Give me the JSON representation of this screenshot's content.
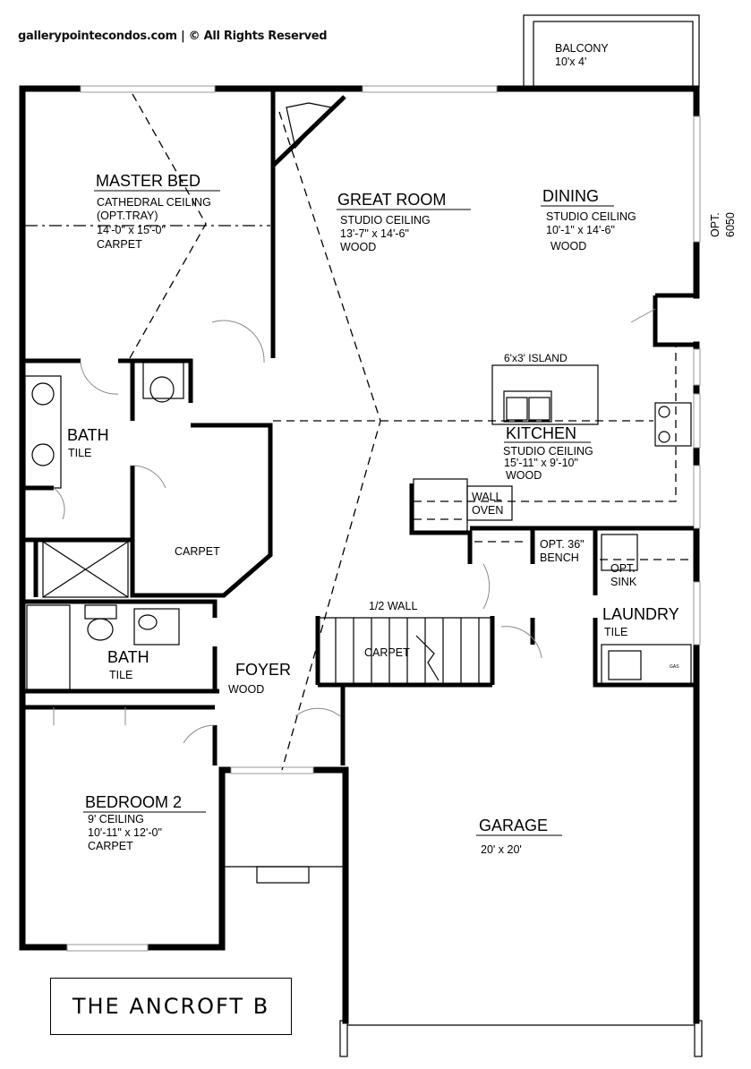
{
  "copyright": "gallerypointecondos.com | © All Rights Reserved",
  "plan_title": "THE ANCROFT B",
  "rooms": {
    "balcony": {
      "name": "BALCONY",
      "size": "10'x 4'"
    },
    "master_bed": {
      "name": "MASTER BED",
      "ceiling": "CATHEDRAL CEILING",
      "ceiling_opt": "(OPT.TRAY)",
      "size": "14'-0\" x 15'-0\"",
      "floor": "CARPET"
    },
    "great_room": {
      "name": "GREAT ROOM",
      "ceiling": "STUDIO CEILING",
      "size": "13'-7\" x 14'-6\"",
      "floor": "WOOD"
    },
    "dining": {
      "name": "DINING",
      "ceiling": "STUDIO CEILING",
      "size": "10'-1\" x 14'-6\"",
      "floor": "WOOD"
    },
    "opt_window": {
      "line1": "OPT.",
      "line2": "6050"
    },
    "island": "6'x3' ISLAND",
    "kitchen": {
      "name": "KITCHEN",
      "ceiling": "STUDIO CEILING",
      "size": "15'-11\" x 9'-10\"",
      "floor": "WOOD"
    },
    "wall_oven": {
      "line1": "WALL",
      "line2": "OVEN"
    },
    "bench": {
      "line1": "OPT. 36\"",
      "line2": "BENCH"
    },
    "opt_sink": {
      "line1": "OPT.",
      "line2": "SINK"
    },
    "laundry": {
      "name": "LAUNDRY",
      "floor": "TILE"
    },
    "master_bath": {
      "name": "BATH",
      "floor": "TILE"
    },
    "closet": {
      "floor": "CARPET"
    },
    "bath2": {
      "name": "BATH",
      "floor": "TILE"
    },
    "half_wall": "1/2 WALL",
    "stairs": {
      "floor": "CARPET"
    },
    "foyer": {
      "name": "FOYER",
      "floor": "WOOD"
    },
    "bedroom2": {
      "name": "BEDROOM 2",
      "ceiling": "9' CEILING",
      "size": "10'-11\" x 12'-0\"",
      "floor": "CARPET"
    },
    "garage": {
      "name": "GARAGE",
      "size": "20' x 20'"
    },
    "gas_label": "GAS"
  }
}
